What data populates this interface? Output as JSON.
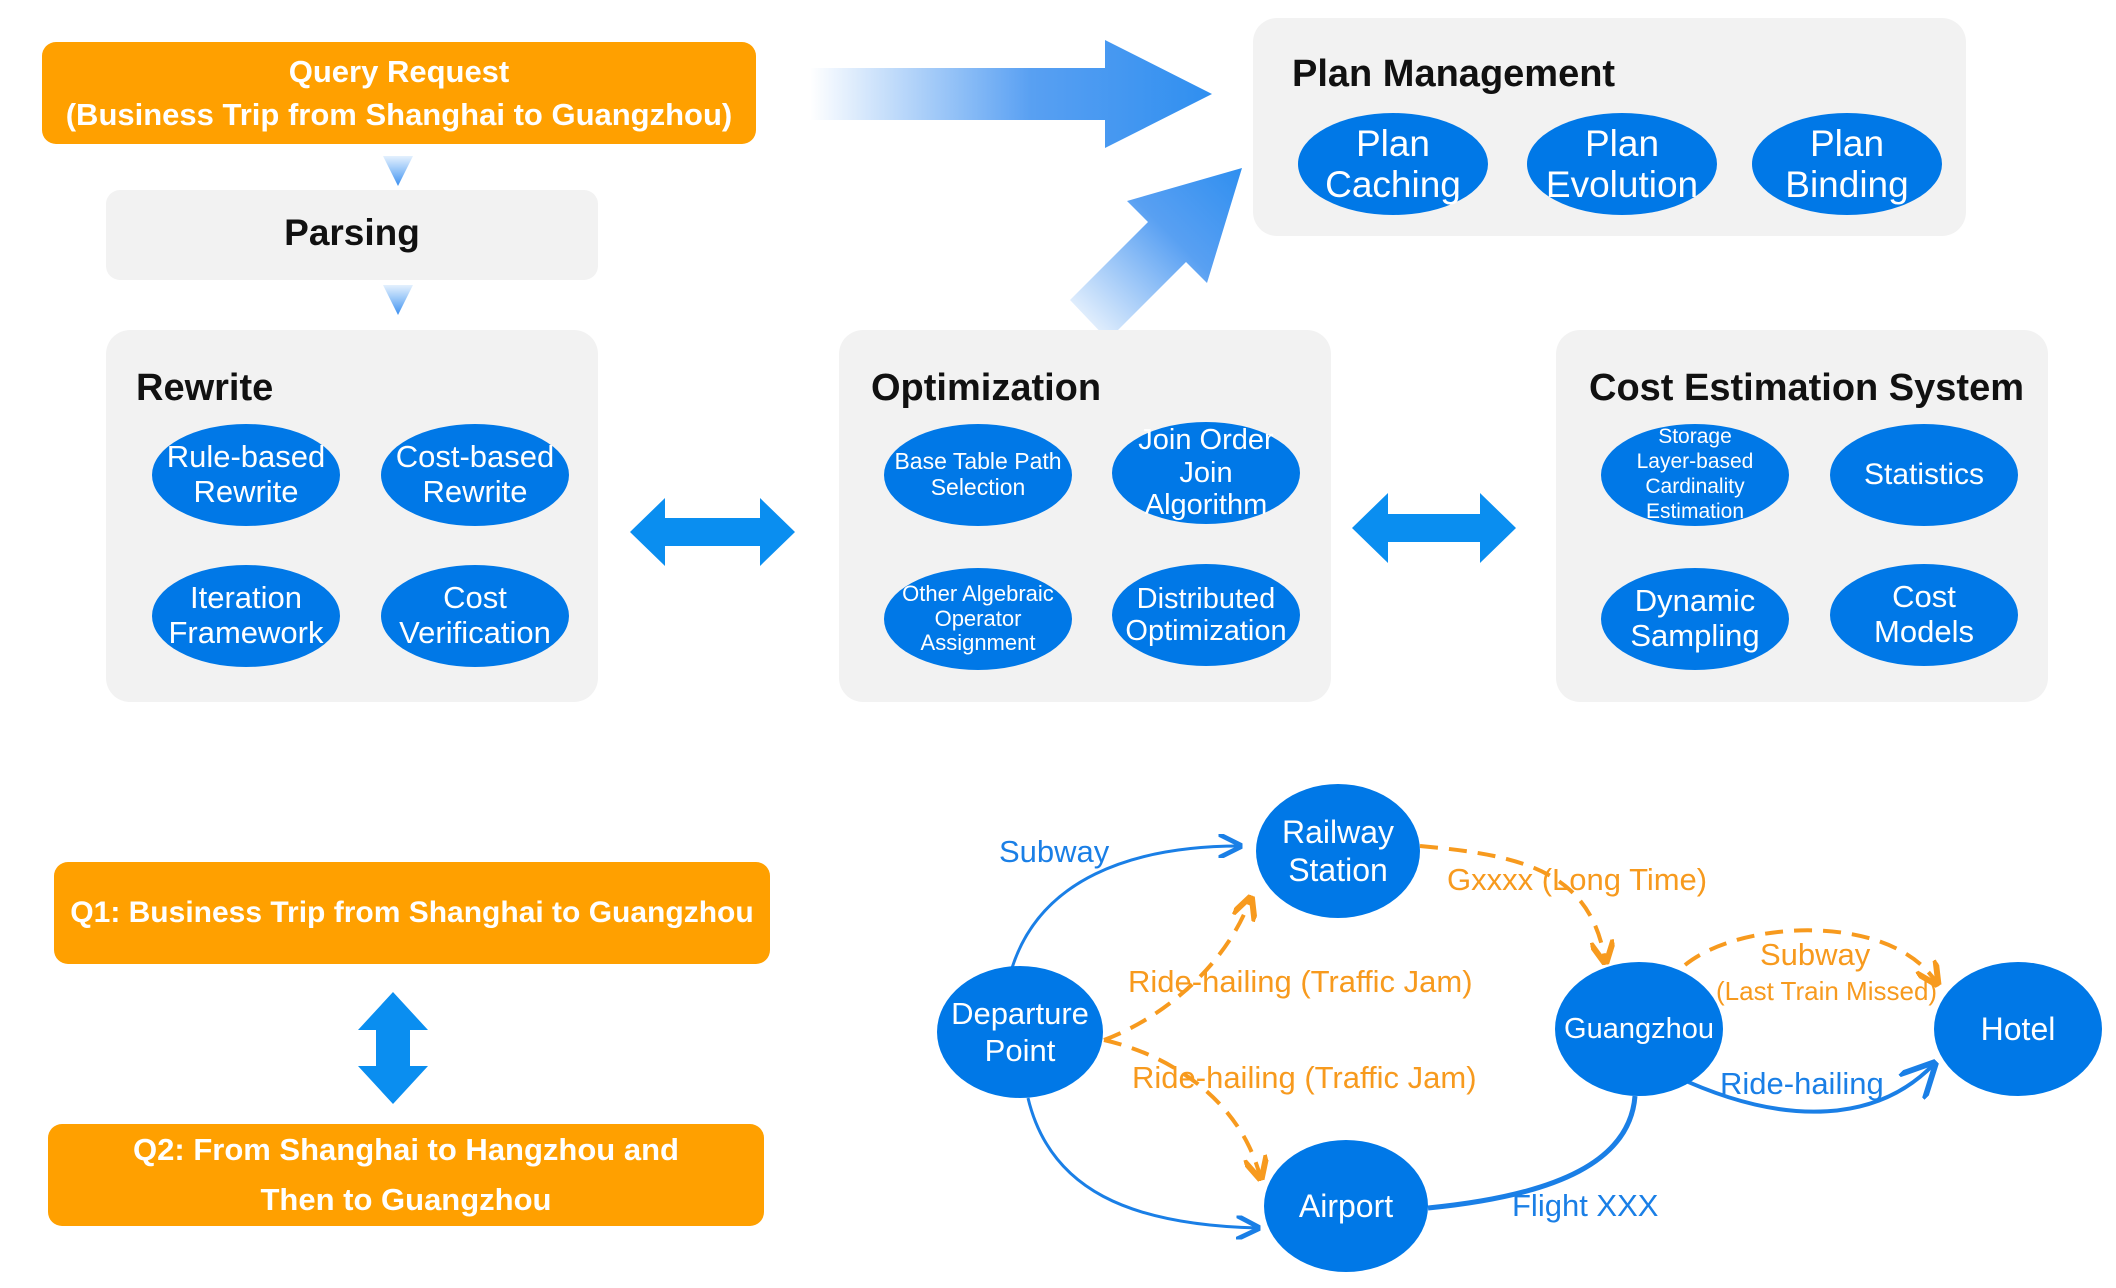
{
  "query_request": "Query Request\n(Business Trip from Shanghai to Guangzhou)",
  "parsing": "Parsing",
  "plan_management": {
    "title": "Plan Management",
    "items": [
      "Plan\nCaching",
      "Plan\nEvolution",
      "Plan\nBinding"
    ]
  },
  "rewrite": {
    "title": "Rewrite",
    "items": [
      "Rule-based\nRewrite",
      "Cost-based\nRewrite",
      "Iteration\nFramework",
      "Cost\nVerification"
    ]
  },
  "optimization": {
    "title": "Optimization",
    "items": [
      "Base Table Path\nSelection",
      "Join Order\nJoin Algorithm",
      "Other Algebraic\nOperator\nAssignment",
      "Distributed\nOptimization"
    ]
  },
  "cost_estimation": {
    "title": "Cost Estimation System",
    "items": [
      "Storage\nLayer-based\nCardinality\nEstimation",
      "Statistics",
      "Dynamic\nSampling",
      "Cost\nModels"
    ]
  },
  "q1": "Q1: Business Trip from Shanghai to Guangzhou",
  "q2": "Q2: From Shanghai to Hangzhou and\nThen to Guangzhou",
  "route_graph": {
    "nodes": {
      "departure": "Departure\nPoint",
      "railway": "Railway\nStation",
      "airport": "Airport",
      "guangzhou": "Guangzhou",
      "hotel": "Hotel"
    },
    "edges": {
      "subway_1": "Subway",
      "gxxxx": "Gxxxx (Long Time)",
      "ride_hailing_1": "Ride-hailing (Traffic Jam)",
      "ride_hailing_2": "Ride-hailing (Traffic Jam)",
      "subway_2": "Subway",
      "subway_2_note": "(Last Train Missed)",
      "ride_hailing_3": "Ride-hailing",
      "flight": "Flight XXX"
    }
  },
  "colors": {
    "blue": "#0078e7",
    "orange": "#ffa000",
    "panel": "#f2f2f2",
    "arrow_blue": "#2f8ff0"
  }
}
